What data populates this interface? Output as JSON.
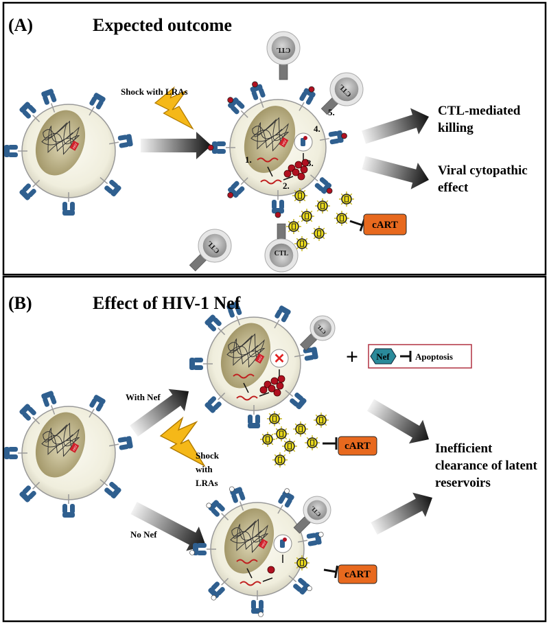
{
  "panel_a": {
    "label": "(A)",
    "title": "Expected outcome",
    "shock_label": "Shock with LRAs",
    "steps": [
      "1.",
      "2.",
      "3.",
      "4.",
      "5."
    ],
    "outcome_1": [
      "CTL-mediated",
      "killing"
    ],
    "outcome_2": [
      "Viral cytopathic",
      "effect"
    ],
    "cart_label": "cART",
    "ctl_label": "CTL",
    "hiv_tag": "HIV"
  },
  "panel_b": {
    "label": "(B)",
    "title": "Effect of HIV-1 Nef",
    "with_nef": "With Nef",
    "no_nef": "No Nef",
    "shock_label": [
      "Shock",
      "with",
      "LRAs"
    ],
    "nef_label": "Nef",
    "apoptosis_label": "Apoptosis",
    "plus_sign": "+",
    "cart_label": "cART",
    "ctl_label": "CTL",
    "outcome": [
      "Inefficient",
      "clearance of latent",
      "reservoirs"
    ]
  },
  "colors": {
    "receptor": "#2f5f8f",
    "cart": "#e8691e",
    "nef": "#2a8a9a",
    "antigen": "#b01020",
    "virus": "#e8d81a",
    "lightning": "#f5b818",
    "nef_box_border": "#b03040"
  }
}
